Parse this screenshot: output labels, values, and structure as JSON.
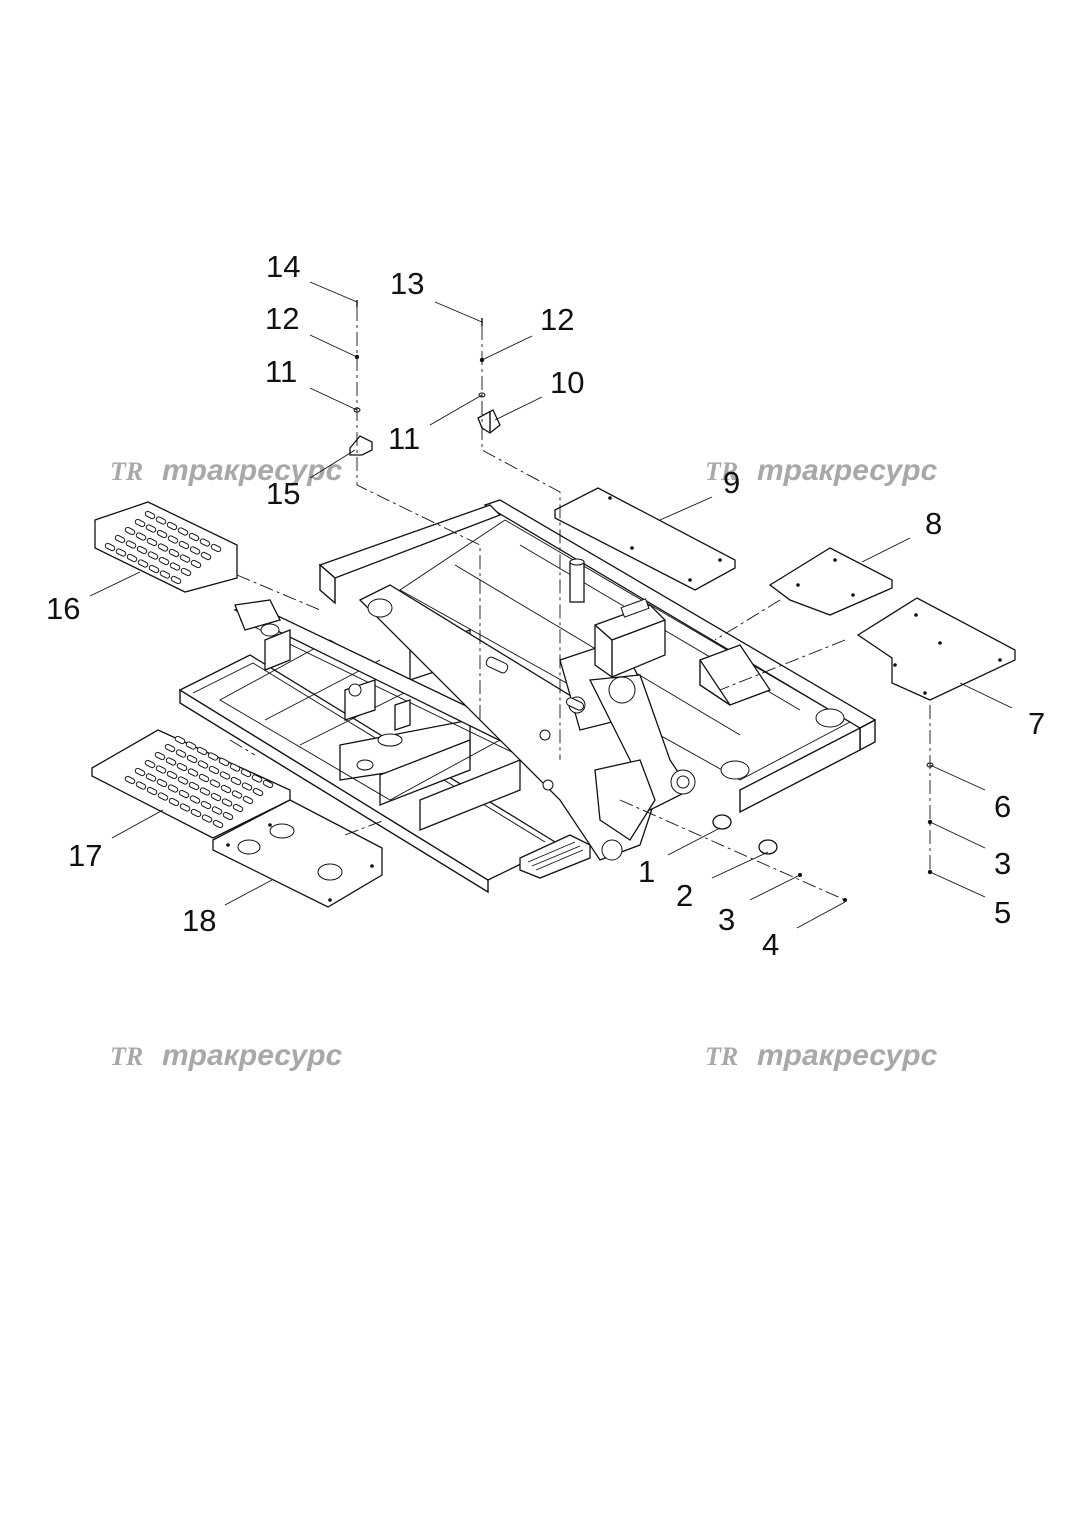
{
  "watermark": {
    "logo": "TR",
    "text": "тракресурс"
  },
  "diagram": {
    "callouts": [
      "1",
      "2",
      "3",
      "3",
      "4",
      "5",
      "6",
      "7",
      "8",
      "9",
      "10",
      "11",
      "11",
      "12",
      "12",
      "13",
      "14",
      "15",
      "16",
      "17",
      "18"
    ]
  }
}
